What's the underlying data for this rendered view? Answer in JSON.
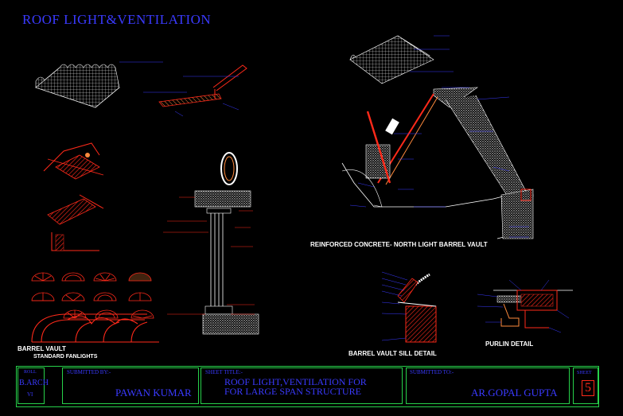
{
  "sheet": {
    "title": "ROOF LIGHT&VENTILATION",
    "captions": {
      "north_light_barrel_vault": "REINFORCED CONCRETE- NORTH LIGHT BARREL VAULT",
      "barrel_vault": "BARREL VAULT",
      "standard_fanlights": "STANDARD FANLIGHTS",
      "barrel_vault_sill": "BARREL VAULT SILL DETAIL",
      "purlin_detail": "PURLIN DETAIL"
    }
  },
  "title_block": {
    "roll_label": "ROLL",
    "roll_value": "B.ARCH",
    "roll_sub": "VI",
    "submitted_by_label": "SUBMITTED BY:-",
    "submitted_by": "PAWAN KUMAR",
    "sheet_title_label": "SHEET TITLE:-",
    "sheet_title_line1": "ROOF LIGHT,VENTILATION FOR",
    "sheet_title_line2": "FOR LARGE SPAN STRUCTURE",
    "submitted_to_label": "SUBMITTED TO:-",
    "submitted_to": "AR.GOPAL GUPTA",
    "sheet_label": "SHEET",
    "sheet_no": "5"
  },
  "colors": {
    "background": "#000000",
    "annotation_blue": "#3a3aff",
    "section_red": "#ff2a1a",
    "hatch_orange": "#ff8a3d",
    "title_block_green": "#27d14a",
    "white": "#ffffff"
  }
}
